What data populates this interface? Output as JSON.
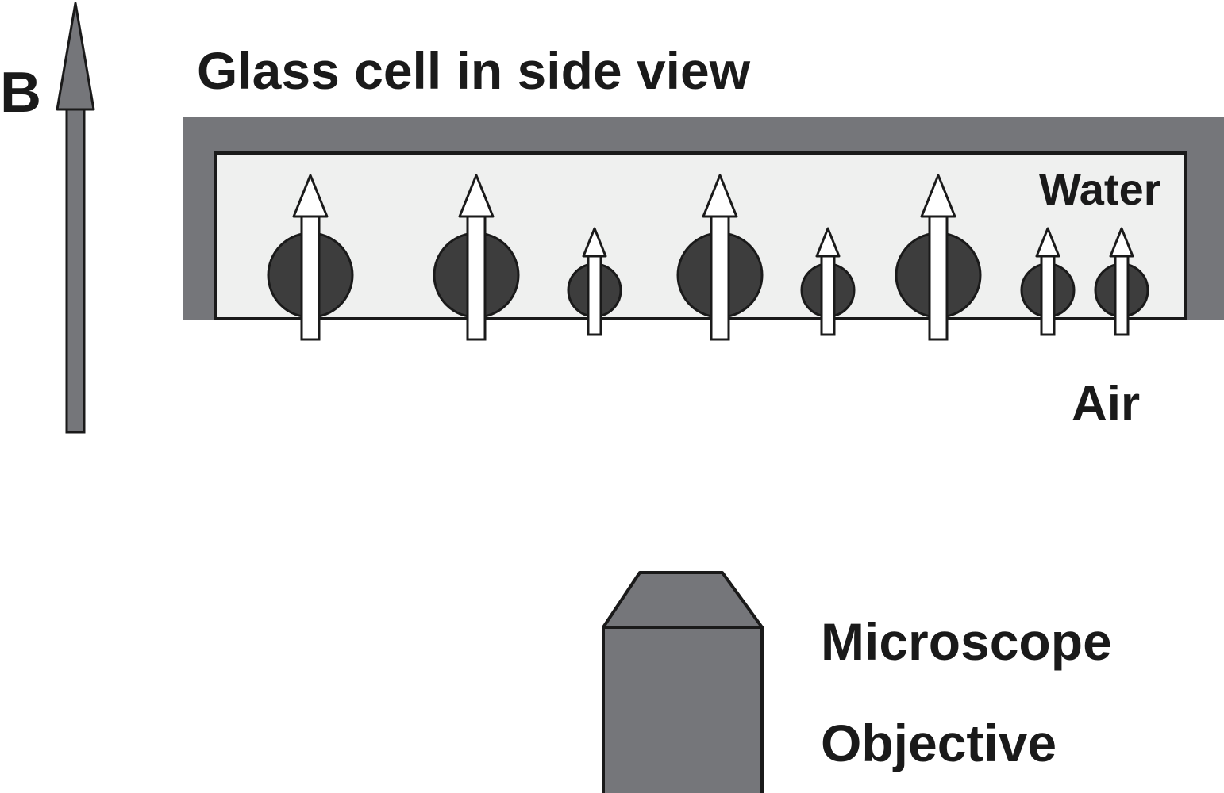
{
  "labels": {
    "field": "B",
    "title": "Glass cell in side view",
    "water": "Water",
    "air": "Air",
    "microscope": "Microscope",
    "objective": "Objective"
  },
  "particles": [
    {
      "size": "large"
    },
    {
      "size": "large"
    },
    {
      "size": "small"
    },
    {
      "size": "large"
    },
    {
      "size": "small"
    },
    {
      "size": "large"
    },
    {
      "size": "small"
    },
    {
      "size": "small"
    }
  ],
  "colors": {
    "glass": "#75767a",
    "water": "#eff0ef",
    "particle": "#3d3d3d",
    "field_arrow": "#75767a",
    "objective": "#75767a",
    "outline": "#1a1a1a",
    "text": "#1a1a1a"
  }
}
